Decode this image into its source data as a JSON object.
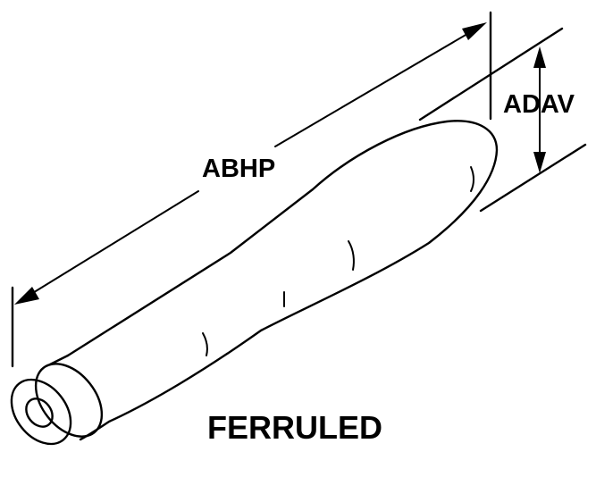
{
  "labels": {
    "length_dimension": "ABHP",
    "diameter_dimension": "ADAV",
    "title": "FERRULED"
  }
}
